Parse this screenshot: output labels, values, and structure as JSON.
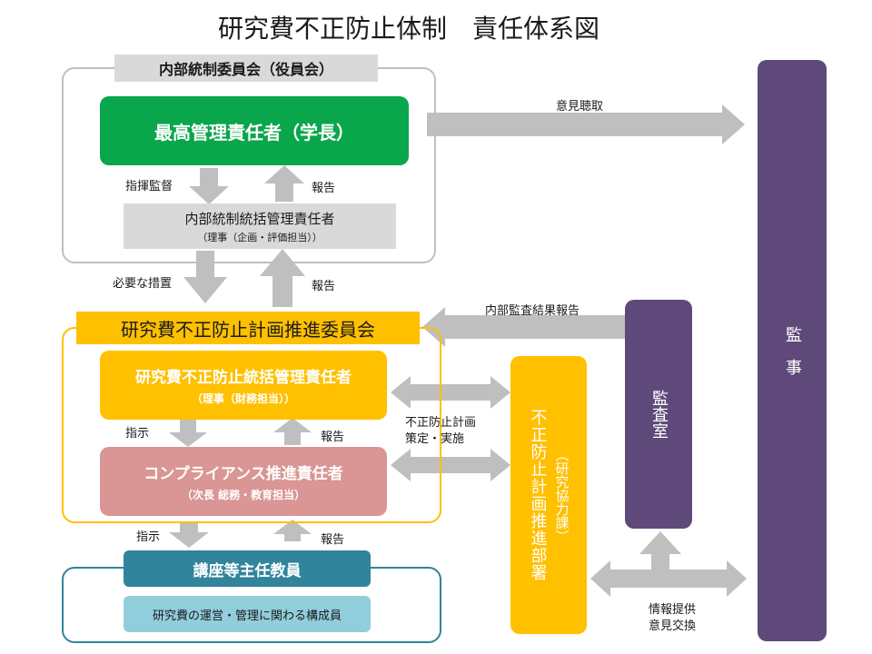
{
  "title": "研究費不正防止体制　責任体系図",
  "internal_committee": {
    "label": "内部統制委員会（役員会）",
    "top_manager": "最高管理責任者（学長）",
    "general_manager": "内部統制統括管理責任者",
    "general_manager_sub": "（理事（企画・評価担当））",
    "arrow_down": "指揮監督",
    "arrow_up": "報告"
  },
  "between_labels": {
    "necessary_measures": "必要な措置",
    "report": "報告"
  },
  "promotion_committee": {
    "label": "研究費不正防止計画推進委員会",
    "integrated_manager": "研究費不正防止統括管理責任者",
    "integrated_manager_sub": "（理事（財務担当））",
    "compliance_manager": "コンプライアンス推進責任者",
    "compliance_manager_sub": "（次長 総務・教育担当）",
    "arrow_down": "指示",
    "arrow_up": "報告"
  },
  "lower": {
    "arrow_down": "指示",
    "arrow_up": "報告",
    "chair_faculty": "講座等主任教員",
    "members": "研究費の運営・管理に関わる構成員"
  },
  "plan_dept": {
    "name": "不正防止計画推進部署",
    "sub": "（研究協力課）"
  },
  "plan_arrow_label_1": "不正防止計画",
  "plan_arrow_label_2": "策定・実施",
  "audit_office": "監査室",
  "auditor": "監　事",
  "edge_labels": {
    "opinion_hearing": "意見聴取",
    "internal_audit_report": "内部監査結果報告",
    "info_provide": "情報提供",
    "opinion_exchange": "意見交換"
  },
  "colors": {
    "green": "#0aa64b",
    "orange": "#ffc000",
    "pink": "#d99694",
    "teal": "#31849b",
    "light_blue": "#92cddc",
    "purple": "#5f497a",
    "gray_arrow": "#bfbfbf",
    "gray_box": "#d9d9d9"
  }
}
